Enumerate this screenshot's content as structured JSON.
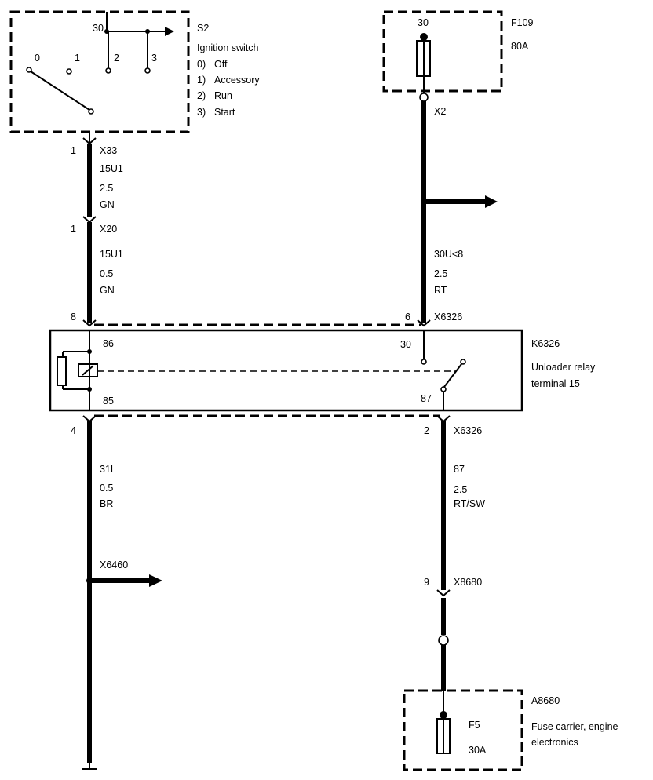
{
  "s2": {
    "ref": "S2",
    "title": "Ignition switch",
    "terminal_30": "30",
    "positions": [
      "0",
      "1",
      "2",
      "3"
    ],
    "legend": [
      {
        "key": "0)",
        "label": "Off"
      },
      {
        "key": "1)",
        "label": "Accessory"
      },
      {
        "key": "2)",
        "label": "Run"
      },
      {
        "key": "3)",
        "label": "Start"
      }
    ]
  },
  "f109": {
    "ref": "F109",
    "rating": "80A",
    "terminal": "30"
  },
  "left_wire": {
    "x33_pin": "1",
    "x33": "X33",
    "x33_circuit": "15U1",
    "x33_size": "2.5",
    "x33_color": "GN",
    "x20_pin": "1",
    "x20": "X20",
    "x20_circuit": "15U1",
    "x20_size": "0.5",
    "x20_color": "GN",
    "relay_in_pin": "8"
  },
  "right_wire": {
    "x2": "X2",
    "circuit": "30U<8",
    "size": "2.5",
    "color": "RT",
    "relay_in_pin": "6",
    "relay_in_connector": "X6326"
  },
  "relay": {
    "ref": "K6326",
    "description_line1": "Unloader relay",
    "description_line2": "terminal 15",
    "pin_86": "86",
    "pin_85": "85",
    "pin_30": "30",
    "pin_87": "87"
  },
  "lower_left": {
    "pin": "4",
    "circuit": "31L",
    "size": "0.5",
    "color": "BR",
    "splice": "X6460"
  },
  "lower_right": {
    "pin": "2",
    "connector": "X6326",
    "circuit": "87",
    "size": "2.5",
    "color": "RT/SW",
    "x8680_pin": "9",
    "x8680": "X8680"
  },
  "a8680": {
    "ref": "A8680",
    "description_line1": "Fuse carrier, engine",
    "description_line2": "electronics",
    "fuse": "F5",
    "rating": "30A"
  }
}
